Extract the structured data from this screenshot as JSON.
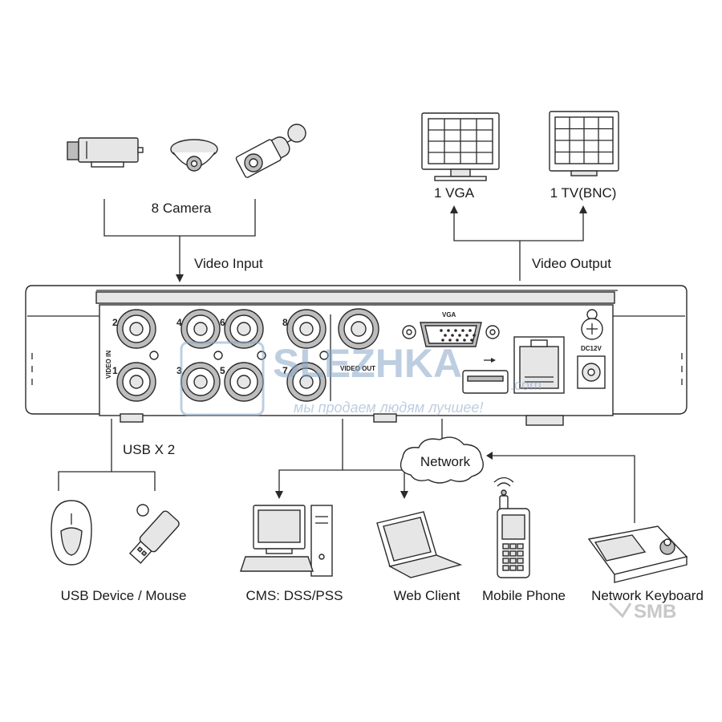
{
  "labels": {
    "camera": "8 Camera",
    "video_input": "Video  Input",
    "vga": "1 VGA",
    "tv": "1 TV(BNC)",
    "video_output": "Video Output",
    "usb": "USB X 2",
    "network": "Network",
    "usb_device": "USB Device / Mouse",
    "cms": "CMS: DSS/PSS",
    "web_client": "Web Client",
    "mobile_phone": "Mobile Phone",
    "network_keyboard": "Network Keyboard"
  },
  "panel": {
    "video_in": "VIDEO IN",
    "video_out": "VIDEO OUT",
    "vga_port": "VGA",
    "power": "DC12V",
    "channels": [
      "1",
      "2",
      "3",
      "4",
      "5",
      "6",
      "7",
      "8"
    ]
  },
  "watermark": {
    "brand": "SLEZHKA",
    "domain": ".com",
    "tagline": "мы продаем людям лучшее!",
    "badge": "SMB"
  },
  "colors": {
    "line": "#2a2a2a",
    "watermark": "#8aa7c9",
    "badge": "#c8c8c8"
  }
}
